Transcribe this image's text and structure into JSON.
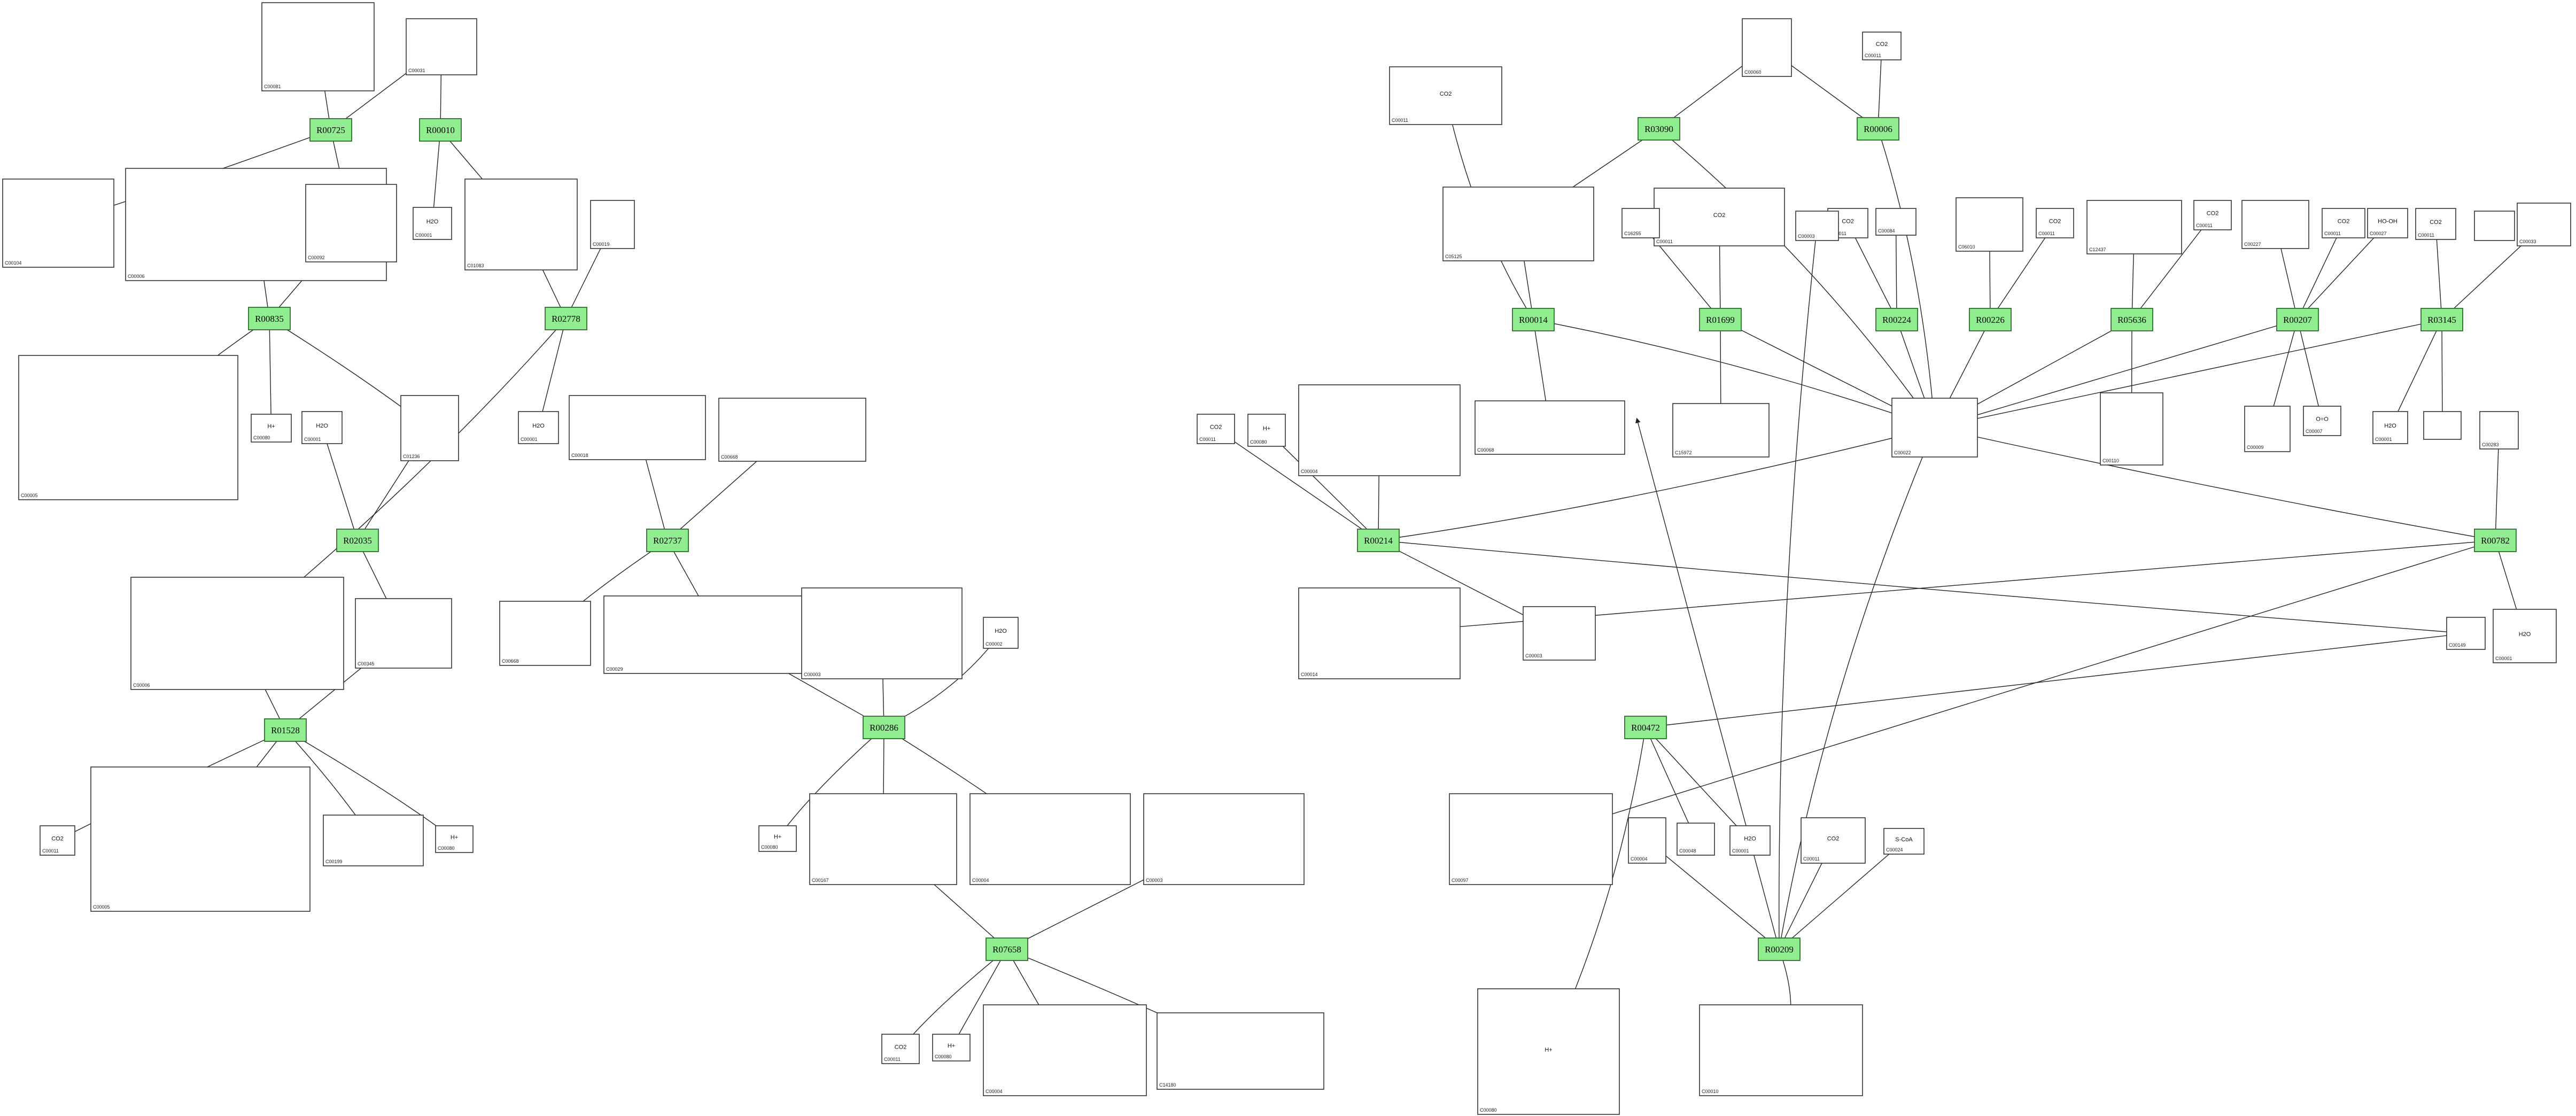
{
  "diagram": {
    "reactions": [
      "R00725",
      "R00010",
      "R00835",
      "R02778",
      "R02035",
      "R02737",
      "R01528",
      "R00286",
      "R07658",
      "R03090",
      "R00006",
      "R00014",
      "R01699",
      "R00224",
      "R00226",
      "R05636",
      "R00207",
      "R03145",
      "R00214",
      "R00782",
      "R00472",
      "R00209"
    ],
    "compounds": [
      {
        "id": "C00081",
        "formula": ""
      },
      {
        "id": "C00031",
        "formula": ""
      },
      {
        "id": "C00104",
        "formula": ""
      },
      {
        "id": "C00006",
        "formula": ""
      },
      {
        "id": "C00092",
        "formula": ""
      },
      {
        "id": "C00001",
        "formula": "H2O"
      },
      {
        "id": "C01083",
        "formula": ""
      },
      {
        "id": "C00019",
        "formula": ""
      },
      {
        "id": "C00005",
        "formula": ""
      },
      {
        "id": "C00080",
        "formula": "H+"
      },
      {
        "id": "C00001",
        "formula": "H2O"
      },
      {
        "id": "C01236",
        "formula": ""
      },
      {
        "id": "C00001",
        "formula": "H2O"
      },
      {
        "id": "C00018",
        "formula": ""
      },
      {
        "id": "C00668",
        "formula": ""
      },
      {
        "id": "C00345",
        "formula": ""
      },
      {
        "id": "C00006",
        "formula": ""
      },
      {
        "id": "C00668",
        "formula": ""
      },
      {
        "id": "C00029",
        "formula": ""
      },
      {
        "id": "C00003",
        "formula": ""
      },
      {
        "id": "C00002",
        "formula": "H2O"
      },
      {
        "id": "C00011",
        "formula": "CO2"
      },
      {
        "id": "C00005",
        "formula": ""
      },
      {
        "id": "C00199",
        "formula": ""
      },
      {
        "id": "C00080",
        "formula": "H+"
      },
      {
        "id": "C00080",
        "formula": "H+"
      },
      {
        "id": "C00167",
        "formula": ""
      },
      {
        "id": "C00004",
        "formula": ""
      },
      {
        "id": "C00003",
        "formula": ""
      },
      {
        "id": "C00011",
        "formula": "CO2"
      },
      {
        "id": "C00080",
        "formula": "H+"
      },
      {
        "id": "C00004",
        "formula": ""
      },
      {
        "id": "C14180",
        "formula": ""
      },
      {
        "id": "C00060",
        "formula": ""
      },
      {
        "id": "C00011",
        "formula": "CO2"
      },
      {
        "id": "C00011",
        "formula": "CO2"
      },
      {
        "id": "C05125",
        "formula": ""
      },
      {
        "id": "C00011",
        "formula": "CO2"
      },
      {
        "id": "C16255",
        "formula": ""
      },
      {
        "id": "C00011",
        "formula": "CO2"
      },
      {
        "id": "C00084",
        "formula": ""
      },
      {
        "id": "C06010",
        "formula": ""
      },
      {
        "id": "C00011",
        "formula": "CO2"
      },
      {
        "id": "C12437",
        "formula": ""
      },
      {
        "id": "C00011",
        "formula": "CO2"
      },
      {
        "id": "C00227",
        "formula": ""
      },
      {
        "id": "C00011",
        "formula": "CO2"
      },
      {
        "id": "C00027",
        "formula": "HO-OH"
      },
      {
        "id": "C00011",
        "formula": "CO2"
      },
      {
        "id": "",
        "formula": ""
      },
      {
        "id": "C00033",
        "formula": ""
      },
      {
        "id": "C00011",
        "formula": "CO2"
      },
      {
        "id": "C00080",
        "formula": "H+"
      },
      {
        "id": "C00004",
        "formula": ""
      },
      {
        "id": "C00068",
        "formula": ""
      },
      {
        "id": "C15972",
        "formula": ""
      },
      {
        "id": "C00022",
        "formula": ""
      },
      {
        "id": "C00110",
        "formula": ""
      },
      {
        "id": "C00009",
        "formula": ""
      },
      {
        "id": "C00007",
        "formula": "O=O"
      },
      {
        "id": "C00001",
        "formula": "H2O"
      },
      {
        "id": "",
        "formula": ""
      },
      {
        "id": "C00283",
        "formula": ""
      },
      {
        "id": "C00014",
        "formula": ""
      },
      {
        "id": "C00003",
        "formula": ""
      },
      {
        "id": "C00149",
        "formula": ""
      },
      {
        "id": "C00001",
        "formula": "H2O"
      },
      {
        "id": "C00097",
        "formula": ""
      },
      {
        "id": "C00004",
        "formula": ""
      },
      {
        "id": "C00048",
        "formula": ""
      },
      {
        "id": "C00001",
        "formula": "H2O"
      },
      {
        "id": "C00011",
        "formula": "CO2"
      },
      {
        "id": "C00024",
        "formula": "S-CoA"
      },
      {
        "id": "C00080",
        "formula": "H+"
      },
      {
        "id": "C00010",
        "formula": ""
      },
      {
        "id": "C00003",
        "formula": ""
      }
    ]
  }
}
